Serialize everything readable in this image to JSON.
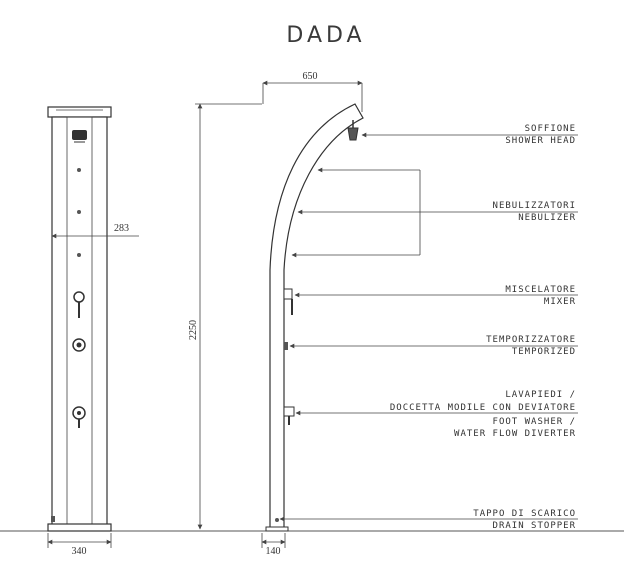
{
  "title": "DADA",
  "dimensions": {
    "top_width": "650",
    "side_depth": "283",
    "height": "2250",
    "base_front": "340",
    "base_side": "140"
  },
  "labels": {
    "soffione": "SOFFIONE",
    "shower_head": "SHOWER HEAD",
    "nebulizzatori": "NEBULIZZATORI",
    "nebulizer": "NEBULIZER",
    "miscelatore": "MISCELATORE",
    "mixer": "MIXER",
    "temporizzatore": "TEMPORIZZATORE",
    "temporized": "TEMPORIZED",
    "lavapiedi": "LAVAPIEDI /",
    "doccetta": "DOCCETTA MODILE CON DEVIATORE",
    "foot_washer": "FOOT WASHER /",
    "water_flow": "WATER FLOW DIVERTER",
    "tappo": "TAPPO DI SCARICO",
    "drain_stopper": "DRAIN STOPPER"
  }
}
